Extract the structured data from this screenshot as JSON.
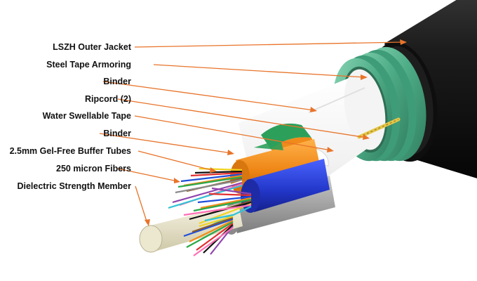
{
  "diagram": {
    "labels": [
      "LSZH Outer Jacket",
      "Steel Tape Armoring",
      "Binder",
      "Ripcord (2)",
      "Water Swellable Tape",
      "Binder",
      "2.5mm Gel-Free Buffer Tubes",
      "250 micron Fibers",
      "Dielectric Strength Member"
    ],
    "colors": {
      "leader_line": "#e8742a",
      "jacket": "#151515",
      "armor": "#5cb896",
      "binder": "#f2f2f2",
      "water_tape": "#ffffff",
      "ripcord": "#e6c84a",
      "tube_orange": "#f08a1a",
      "tube_blue": "#2b3fd6",
      "tube_gray": "#9a9a9a",
      "strength_member": "#e6e1c8"
    },
    "fiber_colors": [
      "#1f4ed8",
      "#f28c1a",
      "#2aa84a",
      "#8b5a2b",
      "#8a8a8a",
      "#ffffff",
      "#e23030",
      "#111111",
      "#f0d21e",
      "#8e44ad",
      "#ff6fb5",
      "#2ec4d6"
    ]
  }
}
